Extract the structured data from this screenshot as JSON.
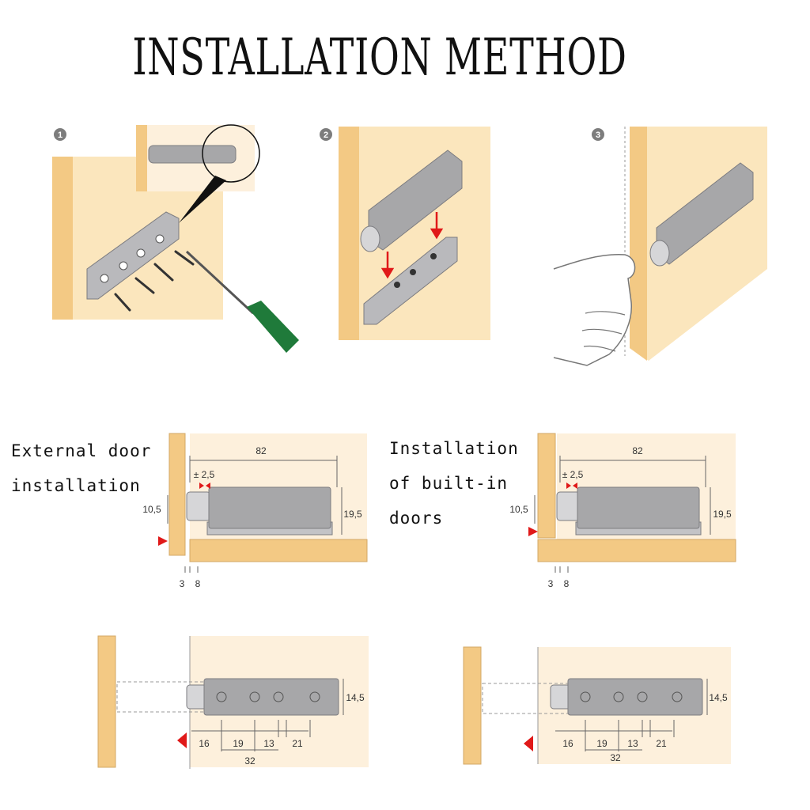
{
  "title": "INSTALLATION METHOD",
  "steps": [
    "1",
    "2",
    "3"
  ],
  "sections": {
    "external": {
      "label_lines": [
        "External door",
        "installation"
      ]
    },
    "builtin": {
      "label_lines": [
        "Installation",
        "of built-in",
        "doors"
      ]
    }
  },
  "dims_side": {
    "length": "82",
    "tolerance": "± 2,5",
    "offset": "10,5",
    "height": "19,5",
    "gap": "3",
    "depth": "8"
  },
  "dims_plan": {
    "width": "14,5",
    "a": "16",
    "b": "19",
    "c": "13",
    "d": "21",
    "total": "32"
  },
  "colors": {
    "wood": "#f3c984",
    "wood_light": "#fbe6bd",
    "panel": "#fdf0dc",
    "device": "#a7a7a9",
    "device_dark": "#7c7c80",
    "arrow_red": "#e01919",
    "handle_green": "#1f7a3a"
  }
}
